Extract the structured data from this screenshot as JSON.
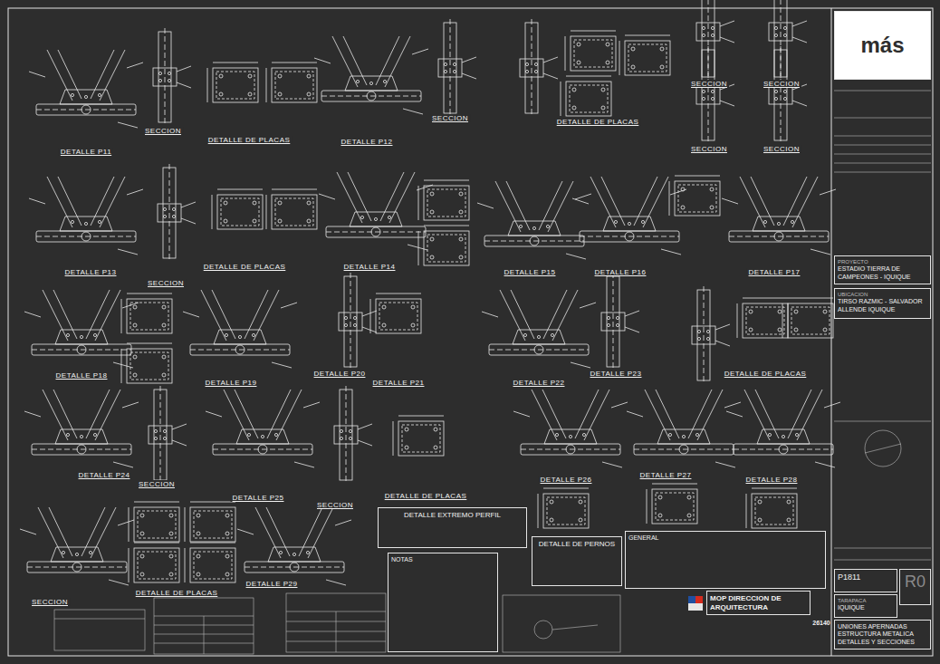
{
  "diagram": {
    "nodes": [
      {
        "text": [
          "más"
        ]
      },
      {
        "text": [
          "PROYECTO",
          "ESTADIO TIERRA DE CAMPEONES - IQUIQUE"
        ]
      },
      {
        "text": [
          "UBICACION",
          "TIRSO RAZMIC - SALVADOR ALLENDE IQUIQUE"
        ]
      },
      {
        "text": [
          "P1811"
        ]
      },
      {
        "text": [
          "R0"
        ]
      },
      {
        "text": [
          "TARAPACA",
          "IQUIQUE"
        ]
      },
      {
        "text": [
          "UNIONES APERNADAS ESTRUCTURA METALICA DETALLES Y SECCIONES"
        ]
      },
      {
        "text": [
          "MOP DIRECCION DE ARQUITECTURA"
        ]
      },
      {
        "text": [
          "26140"
        ]
      },
      {
        "text": [
          "DETALLE EXTREMO PERFIL"
        ]
      },
      {
        "text": [
          "DETALLE DE PERNOS"
        ]
      },
      {
        "text": [
          "NOTAS"
        ]
      },
      {
        "text": [
          "GENERAL"
        ]
      }
    ],
    "labels": [
      "DETALLE P11",
      "SECCION",
      "DETALLE DE PLACAS",
      "DETALLE P12",
      "SECCION",
      "DETALLE DE PLACAS",
      "SECCION",
      "SECCION",
      "SECCION",
      "SECCION",
      "DETALLE P13",
      "SECCION",
      "DETALLE DE PLACAS",
      "DETALLE P14",
      "DETALLE P15",
      "DETALLE P16",
      "DETALLE P17",
      "DETALLE P18",
      "DETALLE P19",
      "DETALLE P20",
      "DETALLE P21",
      "DETALLE P22",
      "DETALLE P23",
      "DETALLE DE PLACAS",
      "DETALLE P24",
      "SECCION",
      "DETALLE P25",
      "SECCION",
      "DETALLE DE PLACAS",
      "DETALLE P26",
      "DETALLE P27",
      "DETALLE P28",
      "DETALLE DE PLACAS",
      "SECCION",
      "DETALLE P29"
    ]
  }
}
